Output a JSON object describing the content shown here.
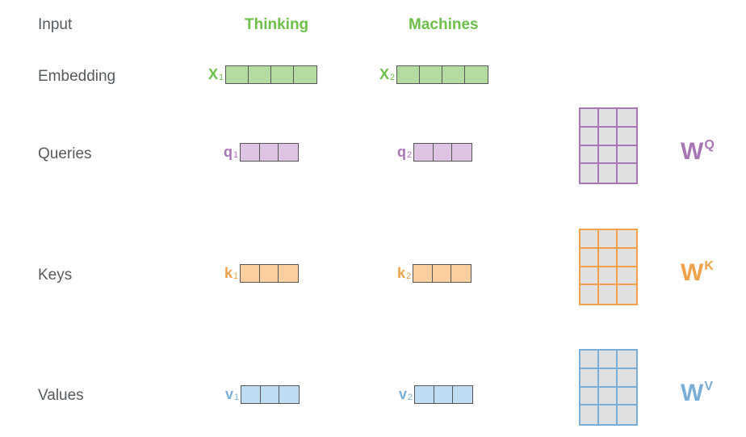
{
  "rows": {
    "input": "Input",
    "embedding": "Embedding",
    "queries": "Queries",
    "keys": "Keys",
    "values": "Values"
  },
  "words": [
    "Thinking",
    "Machines"
  ],
  "embeddings": [
    {
      "letter": "X",
      "sub": "1"
    },
    {
      "letter": "X",
      "sub": "2"
    }
  ],
  "queries": [
    {
      "letter": "q",
      "sub": "1"
    },
    {
      "letter": "q",
      "sub": "2"
    }
  ],
  "keys": [
    {
      "letter": "k",
      "sub": "1"
    },
    {
      "letter": "k",
      "sub": "2"
    }
  ],
  "values": [
    {
      "letter": "v",
      "sub": "1"
    },
    {
      "letter": "v",
      "sub": "2"
    }
  ],
  "weights": {
    "query": {
      "letter": "W",
      "sup": "Q"
    },
    "key": {
      "letter": "W",
      "sup": "K"
    },
    "value": {
      "letter": "W",
      "sup": "V"
    }
  },
  "colors": {
    "green": "#6cc04a",
    "green_fill": "#b5dca0",
    "purple": "#a875b5",
    "purple_fill": "#dcc4e2",
    "orange": "#f0a14a",
    "orange_fill": "#fccf9e",
    "blue": "#7aaed8",
    "blue_fill": "#bedcf2",
    "label_gray": "#555a5e"
  },
  "vector_sizes": {
    "embedding_cells": 4,
    "qkv_cells": 3
  },
  "matrix_shape": {
    "rows": 4,
    "cols": 3
  }
}
